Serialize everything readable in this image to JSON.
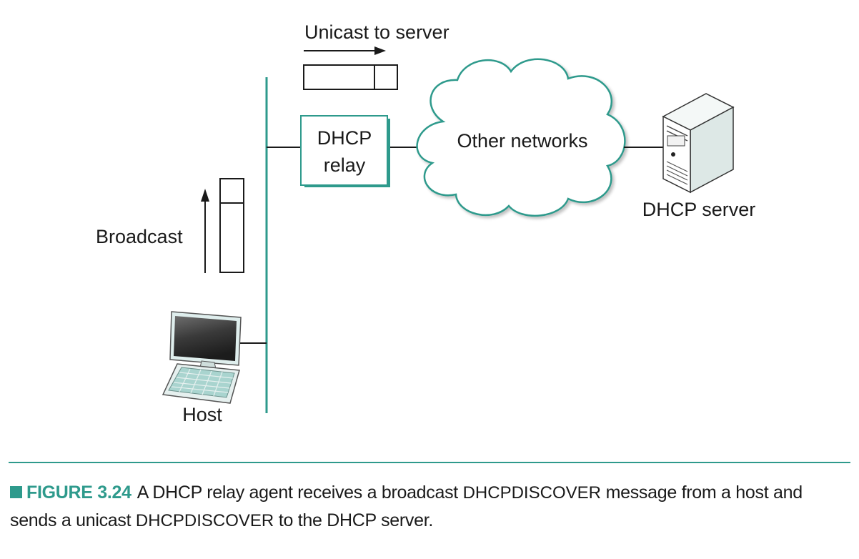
{
  "diagram": {
    "unicast_label": "Unicast to server",
    "broadcast_label": "Broadcast",
    "relay_label_line1": "DHCP",
    "relay_label_line2": "relay",
    "cloud_label": "Other networks",
    "server_label": "DHCP server",
    "host_label": "Host",
    "icons": [
      "monitor-icon",
      "keyboard-icon",
      "server-tower-icon",
      "cloud-icon"
    ],
    "colors": {
      "accent": "#2e9a8c",
      "line": "#1a1a1a",
      "panel": "#e9f4f2"
    }
  },
  "caption": {
    "figure_number": "FIGURE 3.24",
    "text_part1": "A DHCP relay agent receives a broadcast ",
    "code1": "DHCPDISCOVER",
    "text_part2": " message from a host and sends a unicast ",
    "code2": "DHCPDISCOVER",
    "text_part3": " to the DHCP server."
  }
}
